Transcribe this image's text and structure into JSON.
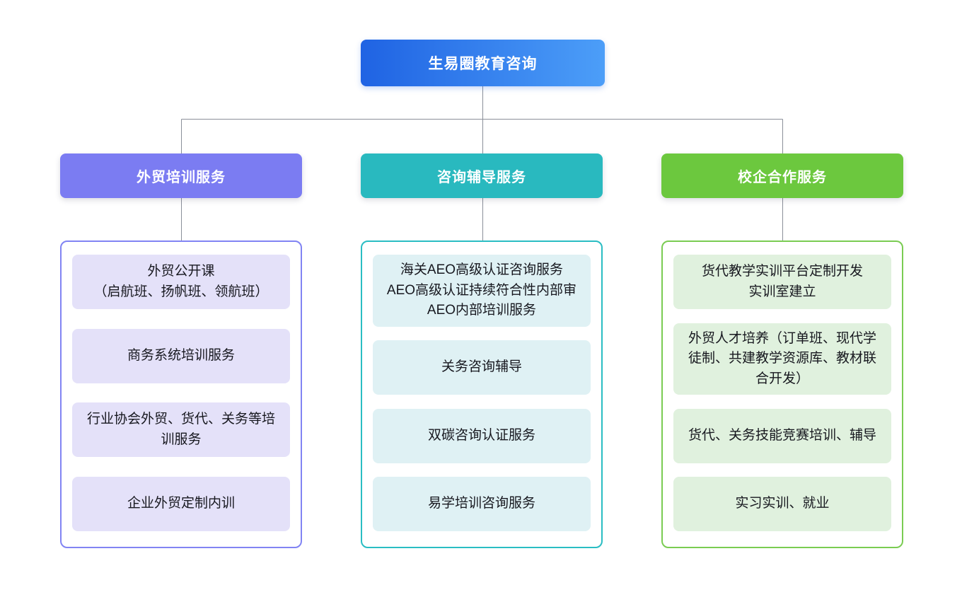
{
  "root": {
    "title": "生易圈教育咨询"
  },
  "colors": {
    "root_gradient_start": "#1F63E3",
    "root_gradient_end": "#4C9EF8",
    "branch_trade_training": "#7B7CF2",
    "branch_consulting": "#29B9BF",
    "branch_school_enterprise": "#6CC83E",
    "item_bg_trade_training": "#E4E1F9",
    "item_bg_consulting": "#DFF1F4",
    "item_bg_school_enterprise": "#E0F1DE",
    "container_border_trade_training": "#8184F3",
    "container_border_consulting": "#2ABDC3",
    "container_border_school_enterprise": "#7ACC52",
    "connector_line": "#8A8F99",
    "item_text": "#17181F"
  },
  "columns": [
    {
      "id": "trade-training",
      "title": "外贸培训服务",
      "items": [
        "外贸公开课\n（启航班、扬帆班、领航班）",
        "商务系统培训服务",
        "行业协会外贸、货代、关务等培训服务",
        "企业外贸定制内训"
      ]
    },
    {
      "id": "consulting",
      "title": "咨询辅导服务",
      "items": [
        "海关AEO高级认证咨询服务\nAEO高级认证持续符合性内部审\nAEO内部培训服务",
        "关务咨询辅导",
        "双碳咨询认证服务",
        "易学培训咨询服务"
      ]
    },
    {
      "id": "school-enterprise",
      "title": "校企合作服务",
      "items": [
        "货代教学实训平台定制开发\n实训室建立",
        "外贸人才培养（订单班、现代学徒制、共建教学资源库、教材联合开发）",
        "货代、关务技能竞赛培训、辅导",
        "实习实训、就业"
      ]
    }
  ]
}
